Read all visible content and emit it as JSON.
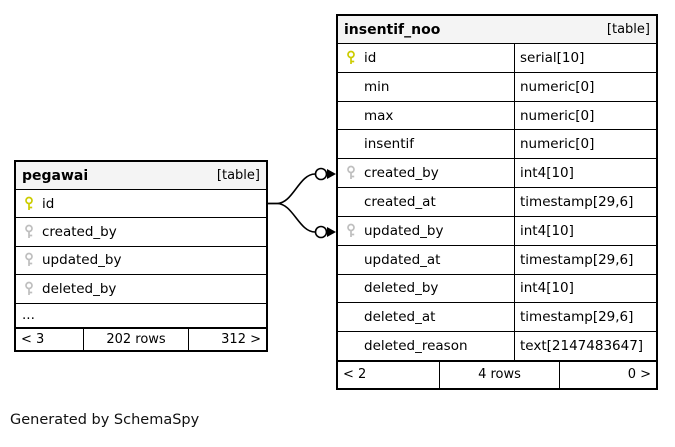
{
  "note": "Generated by SchemaSpy",
  "colors": {
    "primary_key": "#cccc00",
    "foreign_key": "#bfbfbf",
    "header_bg": "#f4f4f4",
    "row_bg": "#ffffff",
    "border": "#000000"
  },
  "pegawai": {
    "title": "pegawai",
    "badge": "[table]",
    "columns": [
      {
        "name": "id",
        "key": "primary"
      },
      {
        "name": "created_by",
        "key": "foreign"
      },
      {
        "name": "updated_by",
        "key": "foreign"
      },
      {
        "name": "deleted_by",
        "key": "foreign"
      },
      {
        "name": "...",
        "key": "none"
      }
    ],
    "footer": {
      "left": "< 3",
      "center": "202 rows",
      "right": "312 >"
    }
  },
  "insentif_noo": {
    "title": "insentif_noo",
    "badge": "[table]",
    "columns": [
      {
        "name": "id",
        "type": "serial[10]",
        "key": "primary"
      },
      {
        "name": "min",
        "type": "numeric[0]",
        "key": "none"
      },
      {
        "name": "max",
        "type": "numeric[0]",
        "key": "none"
      },
      {
        "name": "insentif",
        "type": "numeric[0]",
        "key": "none"
      },
      {
        "name": "created_by",
        "type": "int4[10]",
        "key": "foreign"
      },
      {
        "name": "created_at",
        "type": "timestamp[29,6]",
        "key": "none"
      },
      {
        "name": "updated_by",
        "type": "int4[10]",
        "key": "foreign"
      },
      {
        "name": "updated_at",
        "type": "timestamp[29,6]",
        "key": "none"
      },
      {
        "name": "deleted_by",
        "type": "int4[10]",
        "key": "none"
      },
      {
        "name": "deleted_at",
        "type": "timestamp[29,6]",
        "key": "none"
      },
      {
        "name": "deleted_reason",
        "type": "text[2147483647]",
        "key": "none"
      }
    ],
    "footer": {
      "left": "< 2",
      "center": "4 rows",
      "right": "0 >"
    }
  }
}
